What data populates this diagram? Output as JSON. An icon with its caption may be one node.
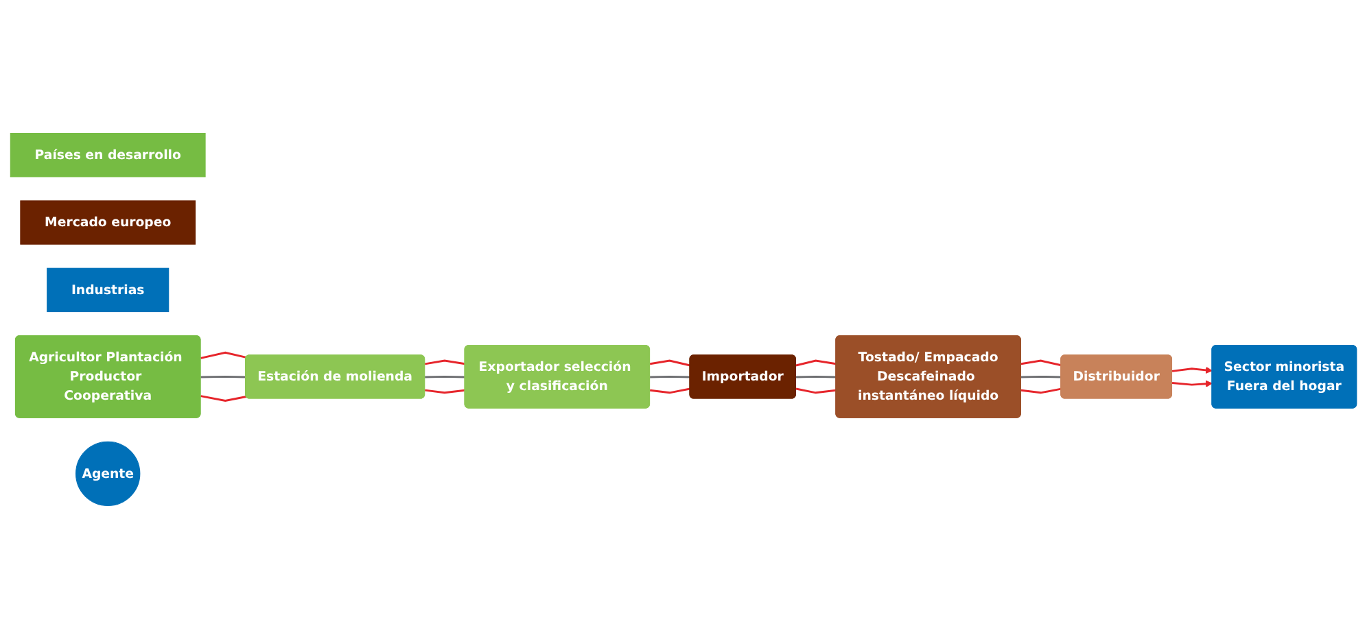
{
  "diagram": {
    "nodes": [
      {
        "text": [
          "Países en desarrollo"
        ]
      },
      {
        "text": [
          "Mercado europeo"
        ]
      },
      {
        "text": [
          "Industrias"
        ]
      },
      {
        "text": [
          "Agricultor Plantación Productor Cooperativa"
        ]
      },
      {
        "text": [
          "Estación de molienda"
        ]
      },
      {
        "text": [
          "Exportador selección y clasificación"
        ]
      },
      {
        "text": [
          "Agente"
        ]
      },
      {
        "text": [
          "Importador"
        ]
      },
      {
        "text": [
          "Tostado/ Empacado",
          "Descafeinado instantáneo líquido"
        ]
      },
      {
        "text": [
          "Distribuidor"
        ]
      },
      {
        "text": [
          "Sector minorista",
          "Fuera del hogar"
        ]
      }
    ],
    "edges": [
      {
        "from": 3,
        "to": 4,
        "arrow": "none"
      },
      {
        "from": 4,
        "to": 5,
        "arrow": "none"
      },
      {
        "from": 5,
        "to": 7,
        "arrow": "none"
      },
      {
        "from": 7,
        "to": 8,
        "arrow": "none"
      },
      {
        "from": 8,
        "to": 9,
        "arrow": "none"
      },
      {
        "from": 9,
        "to": 10,
        "arrow": "to"
      },
      {
        "from": 3,
        "to": 4,
        "arrow": "none",
        "color": "#6d6e71"
      },
      {
        "from": 4,
        "to": 5,
        "arrow": "none",
        "color": "#6d6e71"
      },
      {
        "from": 5,
        "to": 7,
        "arrow": "none",
        "color": "#6d6e71"
      },
      {
        "from": 7,
        "to": 8,
        "arrow": "none",
        "color": "#6d6e71"
      },
      {
        "from": 8,
        "to": 9,
        "arrow": "none",
        "color": "#6d6e71"
      },
      {
        "from": 3,
        "to": 4,
        "arrow": "none"
      },
      {
        "from": 4,
        "to": 5,
        "arrow": "none"
      },
      {
        "from": 5,
        "to": 7,
        "arrow": "none"
      },
      {
        "from": 7,
        "to": 8,
        "arrow": "none"
      },
      {
        "from": 8,
        "to": 9,
        "arrow": "none"
      },
      {
        "from": 9,
        "to": 10,
        "arrow": "to"
      }
    ]
  }
}
